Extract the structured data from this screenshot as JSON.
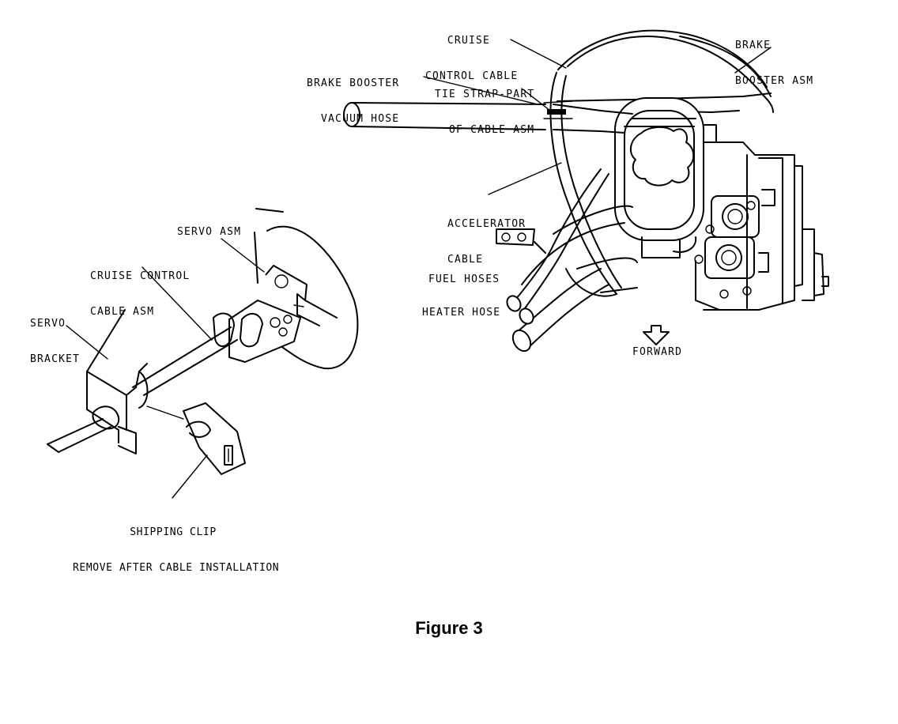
{
  "labels": {
    "cruise_control_cable": [
      "CRUISE",
      "CONTROL CABLE"
    ],
    "brake_booster_asm": [
      "BRAKE",
      "BOOSTER ASM"
    ],
    "brake_booster_vacuum_hose": [
      "BRAKE BOOSTER",
      "VACUUM HOSE"
    ],
    "tie_strap": [
      "TIE STRAP-PART",
      "OF CABLE ASM"
    ],
    "accelerator_cable": [
      "ACCELERATOR",
      "CABLE"
    ],
    "fuel_hoses": "FUEL HOSES",
    "heater_hose": "HEATER HOSE",
    "forward": "FORWARD",
    "servo_asm": "SERVO ASM",
    "cruise_control_cable_asm": [
      "CRUISE CONTROL",
      "CABLE ASM"
    ],
    "servo_bracket": [
      "SERVO",
      "BRACKET"
    ],
    "shipping_clip": [
      "SHIPPING CLIP",
      "REMOVE AFTER CABLE INSTALLATION"
    ]
  },
  "caption": "Figure 3"
}
